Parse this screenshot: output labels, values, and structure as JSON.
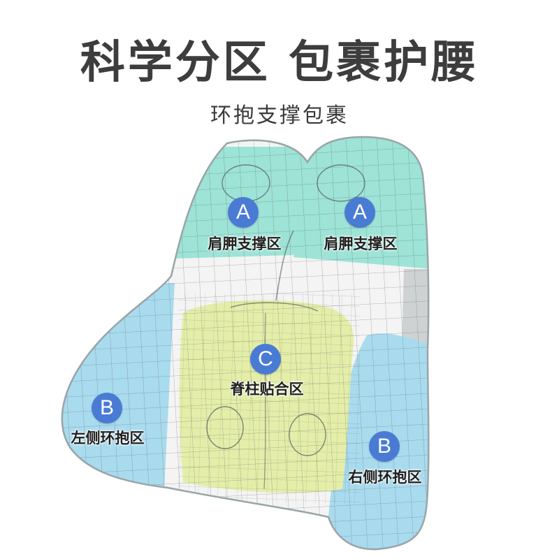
{
  "header": {
    "title": "科学分区 包裹护腰",
    "subtitle": "环抱支撑包裹"
  },
  "colors": {
    "badge": "#4a7bd4",
    "zone_a": "#9de3d6",
    "zone_b": "#a9dbee",
    "zone_c": "#e4eea9",
    "mesh_base": "#f3f4f3",
    "grid_line": "#555555",
    "text": "#3d3d3d"
  },
  "zones": {
    "shoulder_left": {
      "letter": "A",
      "label": "肩胛支撑区"
    },
    "shoulder_right": {
      "letter": "A",
      "label": "肩胛支撑区"
    },
    "spine": {
      "letter": "C",
      "label": "脊柱贴合区"
    },
    "wrap_left": {
      "letter": "B",
      "label": "左侧环抱区"
    },
    "wrap_right": {
      "letter": "B",
      "label": "右侧环抱区"
    }
  }
}
